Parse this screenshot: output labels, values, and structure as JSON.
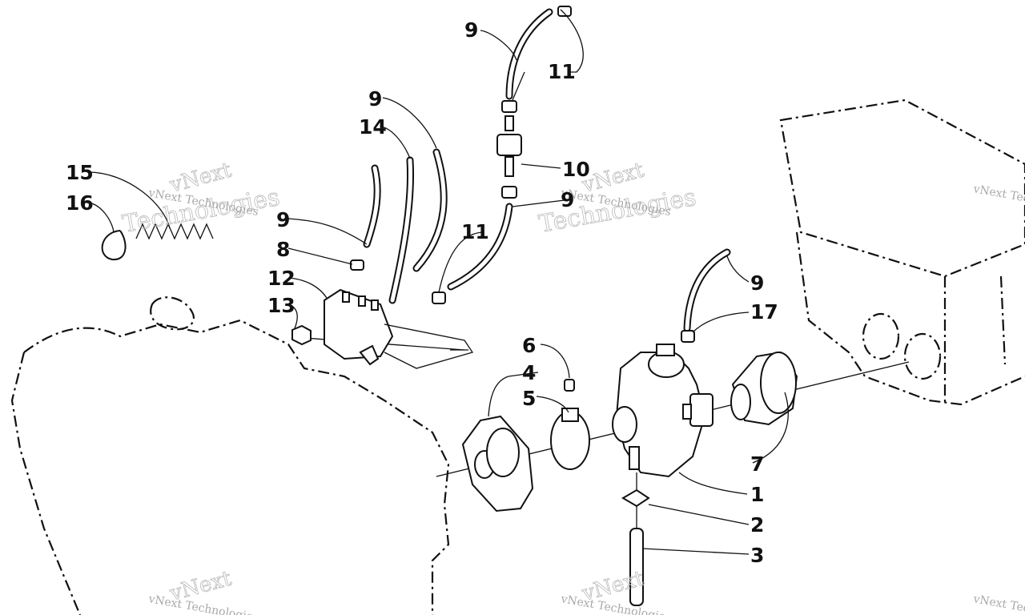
{
  "callouts": [
    {
      "id": "c9a",
      "label": "9"
    },
    {
      "id": "c11a",
      "label": "11"
    },
    {
      "id": "c9b",
      "label": "9"
    },
    {
      "id": "c14",
      "label": "14"
    },
    {
      "id": "c10",
      "label": "10"
    },
    {
      "id": "c15",
      "label": "15"
    },
    {
      "id": "c16",
      "label": "16"
    },
    {
      "id": "c9c",
      "label": "9"
    },
    {
      "id": "c9d",
      "label": "9"
    },
    {
      "id": "c11b",
      "label": "11"
    },
    {
      "id": "c8",
      "label": "8"
    },
    {
      "id": "c12",
      "label": "12"
    },
    {
      "id": "c13",
      "label": "13"
    },
    {
      "id": "c9e",
      "label": "9"
    },
    {
      "id": "c17",
      "label": "17"
    },
    {
      "id": "c6",
      "label": "6"
    },
    {
      "id": "c4",
      "label": "4"
    },
    {
      "id": "c5",
      "label": "5"
    },
    {
      "id": "c7",
      "label": "7"
    },
    {
      "id": "c1",
      "label": "1"
    },
    {
      "id": "c2",
      "label": "2"
    },
    {
      "id": "c3",
      "label": "3"
    }
  ],
  "watermark": {
    "big": "vNext",
    "big2": "Technologies",
    "small": "vNext Technologies"
  },
  "colors": {
    "ink": "#111111",
    "watermark": "#b9b9b9",
    "background": "#ffffff"
  }
}
